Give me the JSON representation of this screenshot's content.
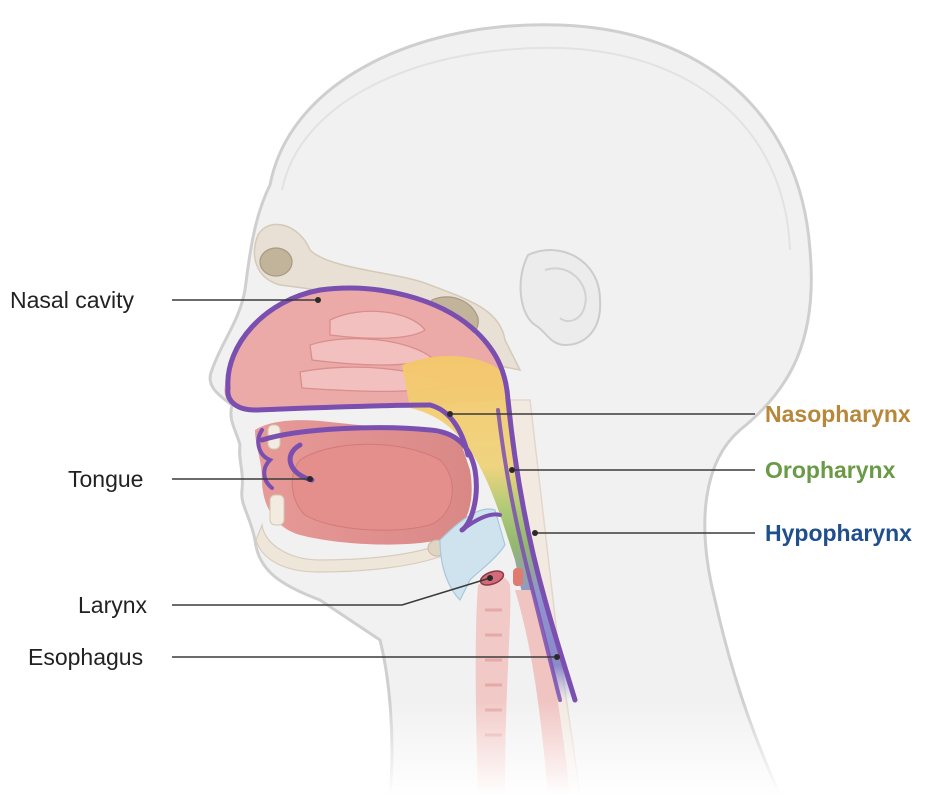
{
  "labels": {
    "nasal_cavity": "Nasal cavity",
    "tongue": "Tongue",
    "larynx": "Larynx",
    "esophagus": "Esophagus",
    "nasopharynx": "Nasopharynx",
    "oropharynx": "Oropharynx",
    "hypopharynx": "Hypopharynx"
  },
  "colors": {
    "nasopharynx": "#b7873a",
    "oropharynx": "#6a9a45",
    "hypopharynx": "#1f4f8c",
    "airway_outline": "#7a4fb0",
    "tissue_pink": "#e9a8a4",
    "head_fill": "#f1f1f1",
    "head_outline": "#c9c9c9"
  }
}
